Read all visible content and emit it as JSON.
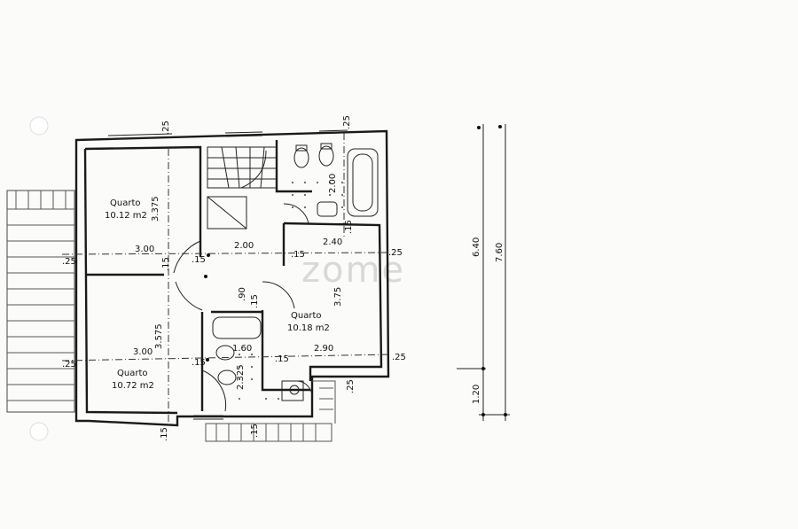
{
  "rooms": [
    {
      "name": "Quarto",
      "area": "10.12 m2"
    },
    {
      "name": "Quarto",
      "area": "10.18 m2"
    },
    {
      "name": "Quarto",
      "area": "10.72 m2"
    }
  ],
  "dimensions": {
    "top_left_25": ".25",
    "top_right_25": ".25",
    "d_3375": "3.375",
    "d_3575": "3.575",
    "d_300a": "3.00",
    "d_300b": "3.00",
    "d_200": "2.00",
    "d_240": "2.40",
    "d_290": "2.90",
    "d_375": "3.75",
    "d_200v": "2.00",
    "d_90": ".90",
    "d_15a": ".15",
    "d_15b": ".15",
    "d_15c": ".15",
    "d_15d": ".15",
    "d_15e": ".15",
    "d_15f": ".15",
    "d_15g": ".15",
    "d_15h": ".15",
    "d_15i": ".15",
    "d_160": "1.60",
    "d_2325": "2.325",
    "left_25a": ".25",
    "left_25b": ".25",
    "right_25a": ".25",
    "right_25b": ".25",
    "bottom_25": ".25",
    "d_640": "6.40",
    "d_760": "7.60",
    "d_120": "1.20"
  },
  "watermark": "zome"
}
